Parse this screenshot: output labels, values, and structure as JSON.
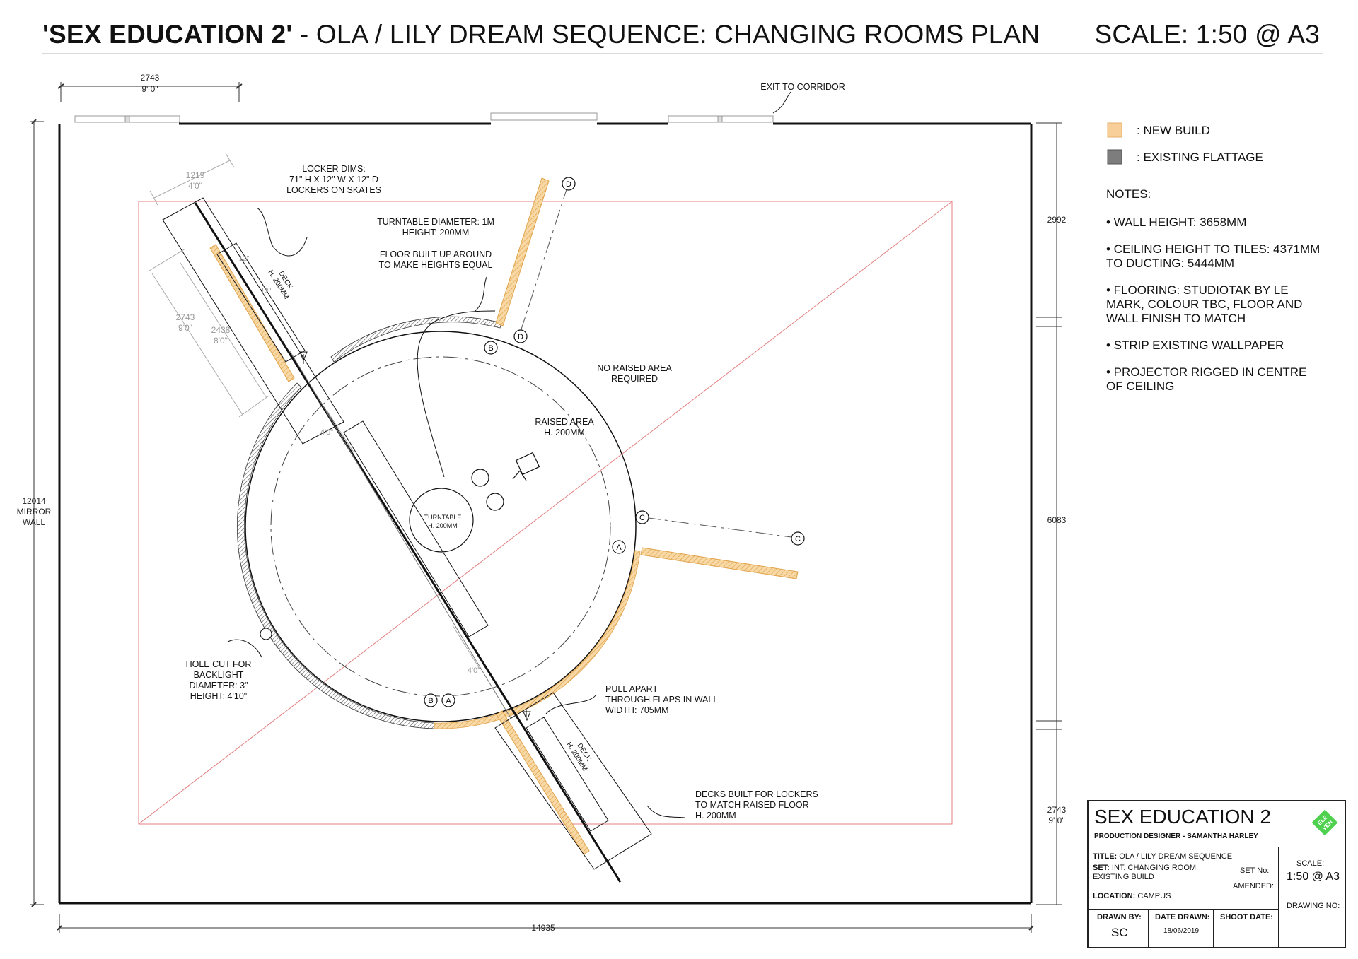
{
  "header": {
    "title_bold": "'SEX EDUCATION 2'",
    "title_rest": " - OLA / LILY DREAM SEQUENCE: CHANGING ROOMS PLAN",
    "scale": "SCALE: 1:50 @ A3"
  },
  "legend": {
    "new_build": ": NEW BUILD",
    "existing": ": EXISTING FLATTAGE",
    "new_build_color": "#f5c78a",
    "existing_color": "#7a7a7a"
  },
  "notes": {
    "heading": "NOTES:",
    "items": [
      "• WALL HEIGHT: 3658MM",
      "• CEILING HEIGHT TO TILES: 4371MM TO DUCTING: 5444MM",
      "• FLOORING: STUDIOTAK BY LE MARK, COLOUR TBC, FLOOR AND WALL FINISH TO MATCH",
      "• STRIP EXISTING WALLPAPER",
      "• PROJECTOR RIGGED IN CENTRE OF CEILING"
    ]
  },
  "dims": {
    "top_mm": "2743",
    "top_ft": "9' 0\"",
    "left_mm": "12014",
    "left_label1": "MIRROR",
    "left_label2": "WALL",
    "bottom_mm": "14935",
    "right_top": "2992",
    "right_mid": "6083",
    "right_bot_mm": "2743",
    "right_bot_ft": "9' 0\"",
    "locker_w_mm": "1219",
    "locker_w_ft": "4'0\"",
    "deck_l1_mm": "2743",
    "deck_l1_ft": "9'0\"",
    "deck_l2_mm": "2438",
    "deck_l2_ft": "8'0\"",
    "twelve_a": "12\"",
    "twelve_b": "12\"",
    "four_a": "4'0\"",
    "four_b": "4'0\""
  },
  "annotations": {
    "exit": "EXIT TO CORRIDOR",
    "locker_dims": [
      "LOCKER DIMS:",
      "71\" H X 12\" W X 12\" D",
      "LOCKERS ON SKATES"
    ],
    "turntable_dia": [
      "TURNTABLE DIAMETER: 1M",
      "HEIGHT: 200MM"
    ],
    "floor_built": [
      "FLOOR BUILT UP AROUND",
      "TO MAKE HEIGHTS EQUAL"
    ],
    "no_raised": [
      "NO RAISED AREA",
      "REQUIRED"
    ],
    "raised": [
      "RAISED AREA",
      "H. 200MM"
    ],
    "turntable": [
      "TURNTABLE",
      "H. 200MM"
    ],
    "deck_top": [
      "DECK",
      "H. 200MM"
    ],
    "deck_bot": [
      "DECK",
      "H. 200MM"
    ],
    "hole": [
      "HOLE CUT FOR",
      "BACKLIGHT",
      "DIAMETER: 3\"",
      "HEIGHT: 4'10\""
    ],
    "pull_apart": [
      "PULL APART",
      "THROUGH FLAPS IN WALL",
      "WIDTH: 705MM"
    ],
    "decks_built": [
      "DECKS BUILT FOR LOCKERS",
      "TO MATCH RAISED FLOOR",
      "H. 200MM"
    ],
    "markers": [
      "A",
      "B",
      "C",
      "D"
    ]
  },
  "title_block": {
    "project": "SEX EDUCATION 2",
    "designer": "PRODUCTION DESIGNER - SAMANTHA HARLEY",
    "logo_text": [
      "ELE",
      "VEN"
    ],
    "title_label": "TITLE:",
    "title_value": "OLA / LILY DREAM SEQUENCE",
    "set_label": "SET:",
    "set_value1": "INT. CHANGING ROOM",
    "set_value2": "EXISTING BUILD",
    "location_label": "LOCATION:",
    "location_value": "CAMPUS",
    "set_no": "SET No:",
    "amended": "AMENDED:",
    "scale_label": "SCALE:",
    "scale_value": "1:50 @ A3",
    "drawing_no": "DRAWING NO:",
    "drawn_by": "DRAWN BY:",
    "drawn_by_value": "SC",
    "date_drawn": "DATE DRAWN:",
    "date_value": "18/06/2019",
    "shoot_date": "SHOOT DATE:"
  }
}
